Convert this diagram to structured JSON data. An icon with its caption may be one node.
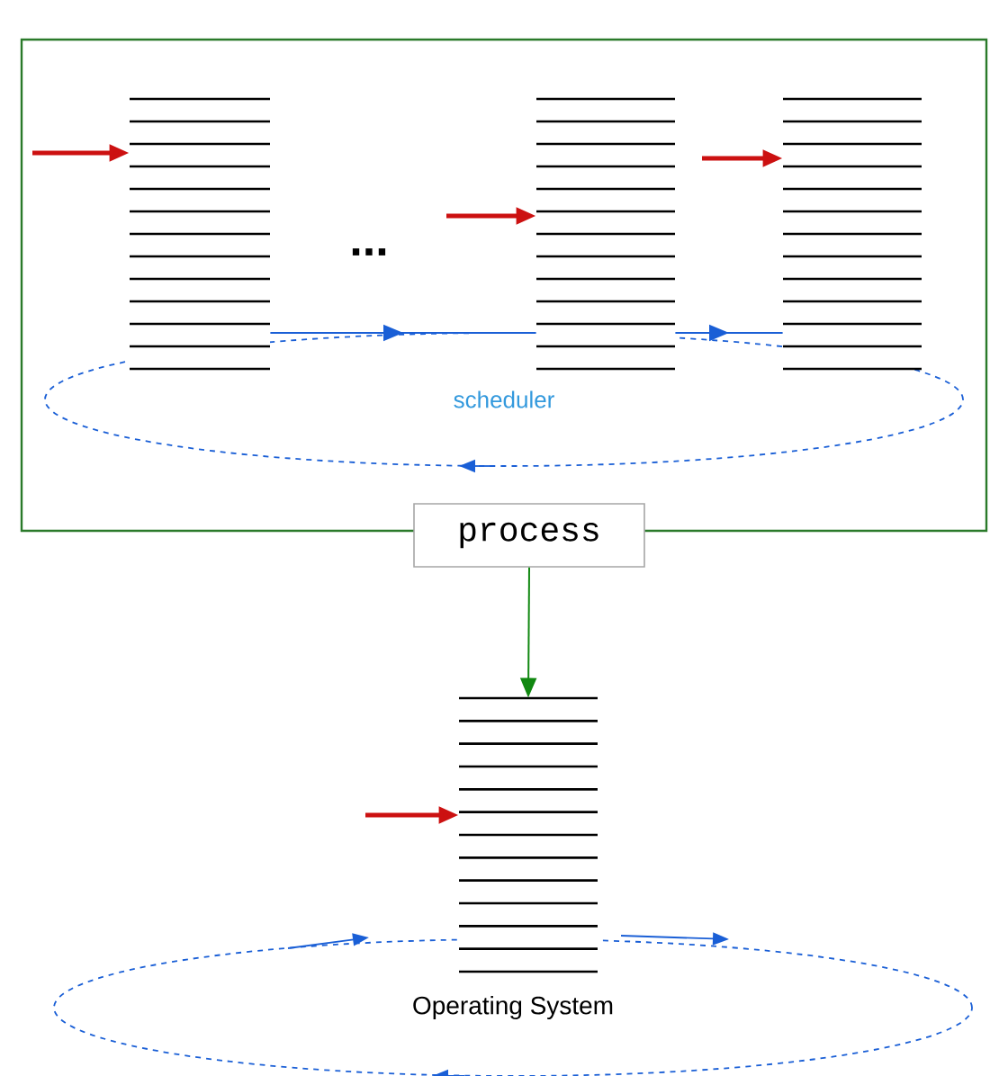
{
  "diagram": {
    "nodes": [
      {
        "text": [],
        "shape": "box"
      },
      {
        "text": [
          "scheduler"
        ],
        "in": 0
      },
      {
        "text": [],
        "shape": "stack",
        "in": 0
      },
      {
        "text": [],
        "shape": "stack",
        "in": 0
      },
      {
        "text": [],
        "shape": "stack",
        "in": 0
      },
      {
        "text": [
          "process"
        ]
      },
      {
        "text": [
          "Operating System"
        ]
      },
      {
        "text": [],
        "shape": "stack"
      }
    ],
    "edges": [
      {
        "from": null,
        "to": 2,
        "arrow": "to"
      },
      {
        "from": null,
        "to": 3,
        "arrow": "to"
      },
      {
        "from": null,
        "to": 4,
        "arrow": "to"
      },
      {
        "from": 2,
        "to": 3,
        "arrow": "to",
        "color": "#1a5fd6"
      },
      {
        "from": 3,
        "to": 4,
        "arrow": "to",
        "color": "#1a5fd6"
      },
      {
        "from": 5,
        "to": 7,
        "arrow": "to",
        "color": "#118811"
      },
      {
        "from": null,
        "to": 7,
        "arrow": "to"
      }
    ],
    "labels": [
      "..."
    ]
  }
}
